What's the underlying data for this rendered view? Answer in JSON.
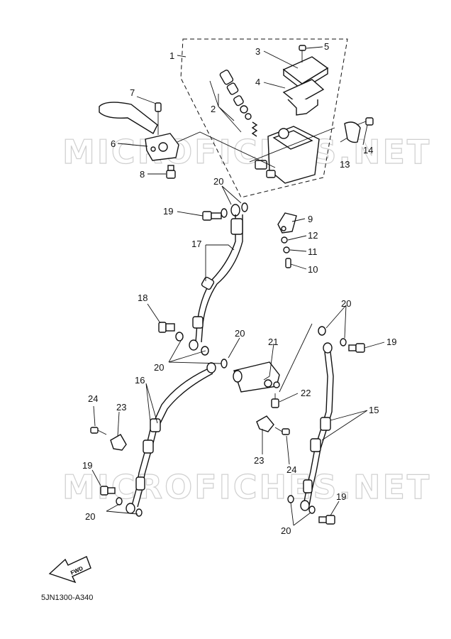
{
  "watermark": "MICROFICHES.NET",
  "diagram_code": "5JN1300-A340",
  "fwd_label": "FWD",
  "callouts": [
    "1",
    "2",
    "3",
    "4",
    "5",
    "6",
    "7",
    "8",
    "9",
    "10",
    "11",
    "12",
    "13",
    "14",
    "15",
    "16",
    "17",
    "18",
    "19",
    "20",
    "21",
    "22",
    "23",
    "24"
  ]
}
